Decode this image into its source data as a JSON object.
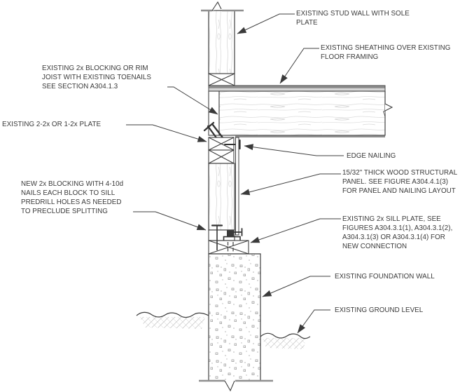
{
  "figure": {
    "type": "construction-detail-drawing",
    "colors": {
      "ink": "#3f3f3f",
      "gray_accent": "#8f8f8f",
      "grain": "#d8d8d8",
      "text": "#3a3a3a"
    }
  },
  "labels": {
    "stud_wall": [
      "EXISTING STUD WALL WITH SOLE",
      "PLATE"
    ],
    "sheathing": [
      "EXISTING SHEATHING OVER EXISTING",
      "FLOOR FRAMING"
    ],
    "blocking_rim_joist": [
      "EXISTING 2x BLOCKING OR RIM",
      "JOIST WITH EXISTING TOENAILS",
      "SEE SECTION A304.1.3"
    ],
    "plate": [
      "EXISTING 2-2x OR 1-2x PLATE"
    ],
    "new_blocking": [
      "NEW 2x BLOCKING WITH 4-10d",
      "NAILS EACH BLOCK TO SILL",
      "PREDRILL HOLES AS NEEDED",
      "TO PRECLUDE SPLITTING"
    ],
    "edge_nailing": [
      "EDGE NAILING"
    ],
    "structural_panel": [
      "15/32\" THICK WOOD STRUCTURAL",
      "PANEL. SEE FIGURE A304.4.1(3)",
      "FOR PANEL AND NAILING LAYOUT"
    ],
    "sill_plate": [
      "EXISTING 2x SILL PLATE, SEE",
      "FIGURES A304.3.1(1), A304.3.1(2),",
      "A304.3.1(3) OR A304.3.1(4) FOR",
      "NEW CONNECTION"
    ],
    "foundation": [
      "EXISTING FOUNDATION WALL"
    ],
    "ground_level": [
      "EXISTING GROUND LEVEL"
    ]
  }
}
